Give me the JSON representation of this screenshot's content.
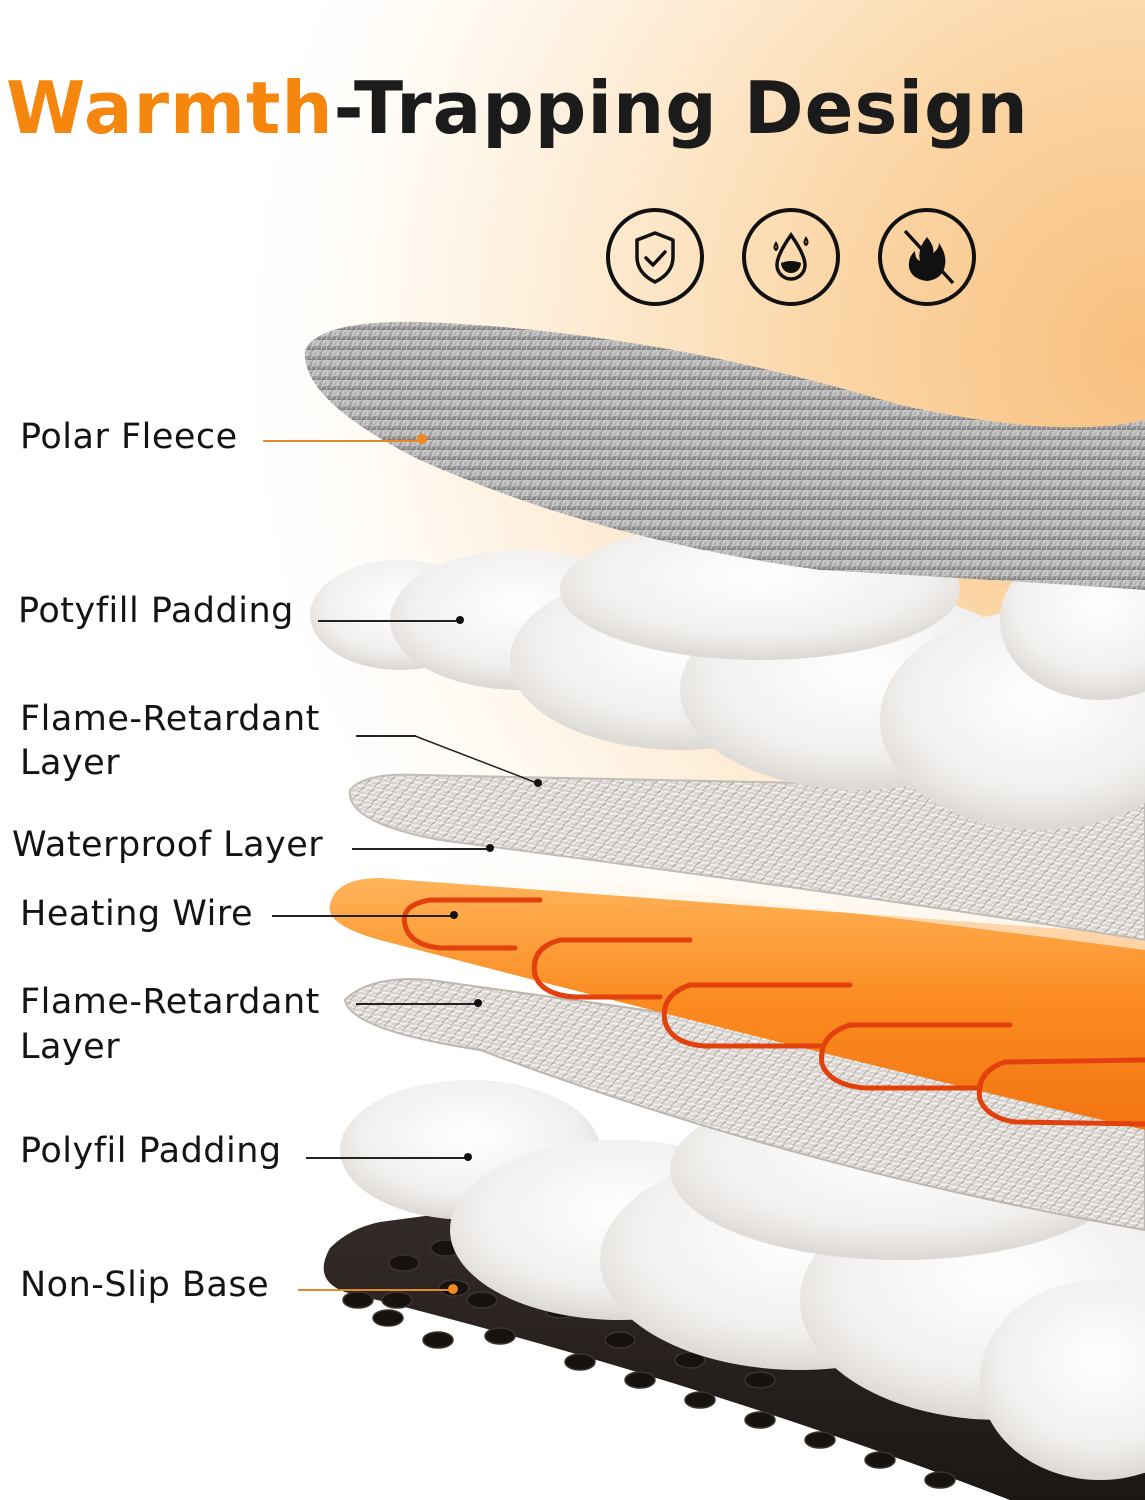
{
  "header": {
    "title_accent": "Warmth",
    "title_rest": "-Trapping Design",
    "accent_color": "#f5870f"
  },
  "badges": [
    {
      "icon": "shield-check-icon",
      "meaning": "safety protection"
    },
    {
      "icon": "water-drop-icon",
      "meaning": "waterproof"
    },
    {
      "icon": "no-fire-icon",
      "meaning": "flame retardant"
    }
  ],
  "layers": [
    {
      "id": "polar-fleece",
      "label": "Polar Fleece",
      "leader_color": "orange"
    },
    {
      "id": "polyfill-padding-top",
      "label": "Potyfill Padding",
      "leader_color": "black"
    },
    {
      "id": "flame-retardant-top",
      "label_line1": "Flame-Retardant",
      "label_line2": "Layer",
      "leader_color": "black"
    },
    {
      "id": "waterproof",
      "label": "Waterproof Layer",
      "leader_color": "black"
    },
    {
      "id": "heating-wire",
      "label": "Heating Wire",
      "leader_color": "black"
    },
    {
      "id": "flame-retardant-bottom",
      "label_line1": "Flame-Retardant",
      "label_line2": "Layer",
      "leader_color": "black"
    },
    {
      "id": "polyfil-padding-bottom",
      "label": "Polyfil Padding",
      "leader_color": "black"
    },
    {
      "id": "non-slip-base",
      "label": "Non-Slip Base",
      "leader_color": "orange"
    }
  ],
  "colors": {
    "fleece": "#9a9a9a",
    "padding": "#f4f1ee",
    "woven": "#d9d4cf",
    "heating_panel": "#fa8a1f",
    "heating_wire": "#e2410e",
    "base": "#2a2321"
  }
}
